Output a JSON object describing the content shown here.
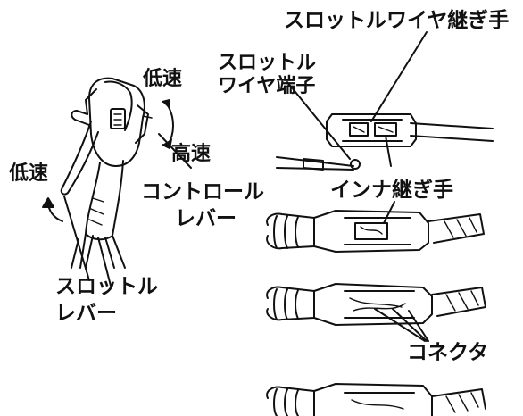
{
  "labels": {
    "throttle_wire_joint": "スロットルワイヤ継ぎ手",
    "throttle_wire_terminal_line1": "スロットル",
    "throttle_wire_terminal_line2": "ワイヤ端子",
    "low_speed_top": "低速",
    "high_speed": "高速",
    "low_speed_left": "低速",
    "control_lever_line1": "コントロール",
    "control_lever_line2": "レバー",
    "throttle_lever_line1": "スロットル",
    "throttle_lever_line2": "レバー",
    "inner_joint": "インナ継ぎ手",
    "connector": "コネクタ"
  }
}
